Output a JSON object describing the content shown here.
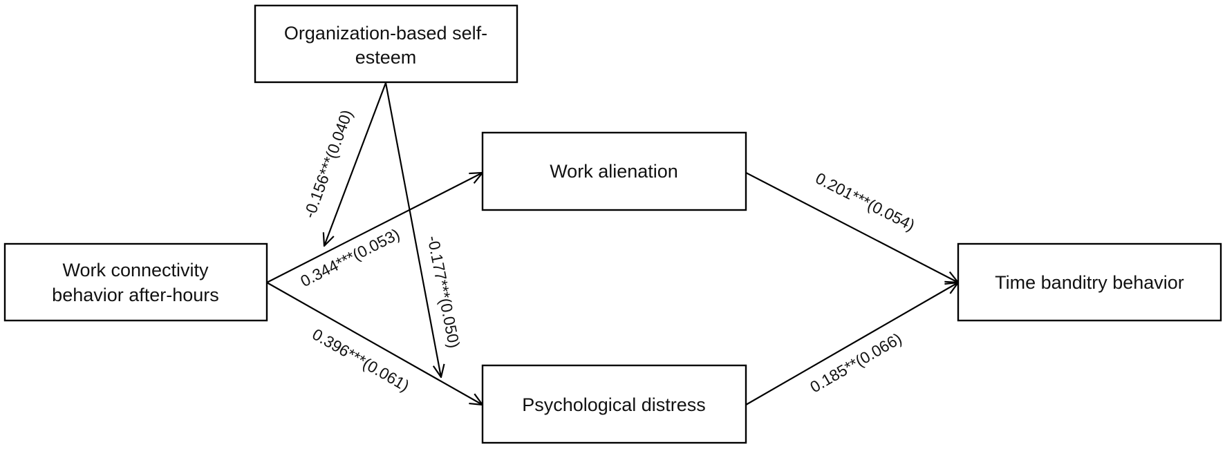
{
  "diagram": {
    "nodes": {
      "obse": {
        "line1": "Organization-based self-",
        "line2": "esteem"
      },
      "wcb": {
        "line1": "Work connectivity",
        "line2": "behavior after-hours"
      },
      "wa": {
        "label": "Work alienation"
      },
      "pd": {
        "label": "Psychological distress"
      },
      "tbb": {
        "label": "Time banditry behavior"
      }
    },
    "paths": {
      "obse_moderation_wa": "-0.156***(0.040)",
      "wcb_to_wa": "0.344***(0.053)",
      "obse_moderation_pd": "-0.177***(0.050)",
      "wcb_to_pd": "0.396***(0.061)",
      "wa_to_tbb": "0.201***(0.054)",
      "pd_to_tbb": "0.185**(0.066)"
    },
    "colors": {
      "stroke": "#000000",
      "text": "#111111",
      "background": "#ffffff"
    }
  }
}
